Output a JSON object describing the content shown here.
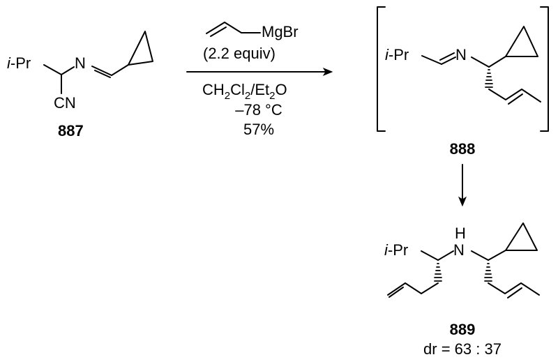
{
  "reaction": {
    "start": {
      "label": "887",
      "substituent_ipr": "i-Pr",
      "atom_n": "N",
      "group_cn": "CN"
    },
    "conditions": {
      "reagent": "MgBr",
      "equiv": "(2.2 equiv)",
      "solvent_ch2cl2": "CH₂Cl₂/Et₂O",
      "temperature": "–78 °C",
      "yield": "57%"
    },
    "intermediate": {
      "label": "888",
      "substituent_ipr": "i-Pr",
      "atom_n": "N"
    },
    "product": {
      "label": "889",
      "substituent_ipr": "i-Pr",
      "atom_n": "N",
      "atom_h": "H",
      "dr": "dr = 63 : 37"
    }
  }
}
